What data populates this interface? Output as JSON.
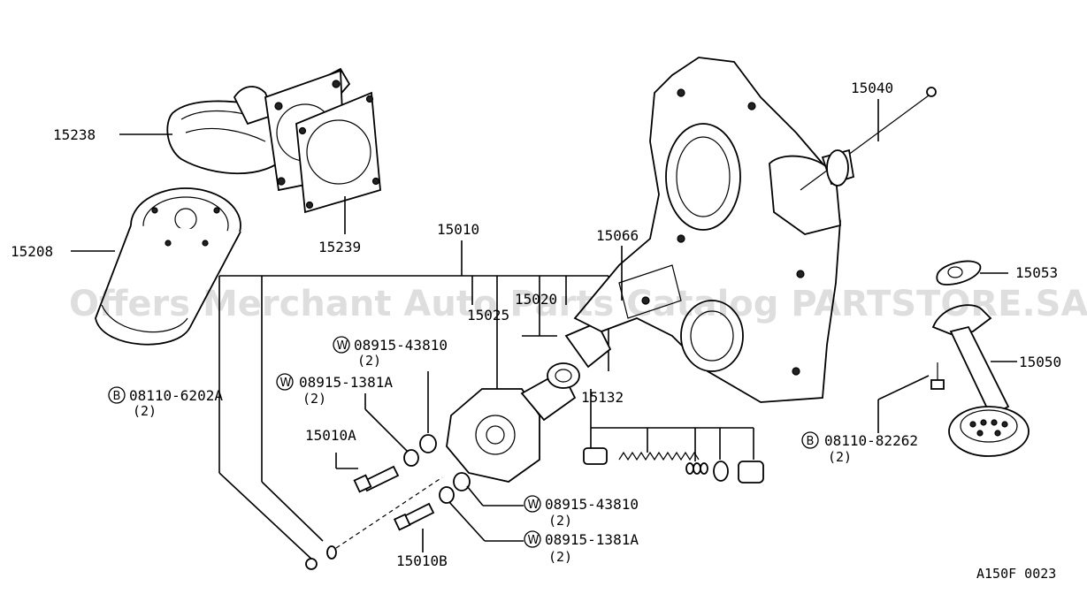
{
  "watermark": "Offers Merchant Auto Parts Catalog PARTSTORE.SA",
  "figure_ref": "A150F 0023",
  "labels": {
    "p15238": "15238",
    "p15239": "15239",
    "p15208": "15208",
    "p15010": "15010",
    "p15020": "15020",
    "p15025": "15025",
    "p15066": "15066",
    "p15040": "15040",
    "p15053": "15053",
    "p15050": "15050",
    "p15132": "15132",
    "p15010A": "15010A",
    "p15010B": "15010B"
  },
  "callouts": {
    "b1": {
      "symbol": "B",
      "code": "08110-6202A",
      "qty": "(2)"
    },
    "w1": {
      "symbol": "W",
      "code": "08915-43810",
      "qty": "(2)"
    },
    "w2": {
      "symbol": "W",
      "code": "08915-1381A",
      "qty": "(2)"
    },
    "w3": {
      "symbol": "W",
      "code": "08915-43810",
      "qty": "(2)"
    },
    "w4": {
      "symbol": "W",
      "code": "08915-1381A",
      "qty": "(2)"
    },
    "b2": {
      "symbol": "B",
      "code": "08110-82262",
      "qty": "(2)"
    }
  }
}
